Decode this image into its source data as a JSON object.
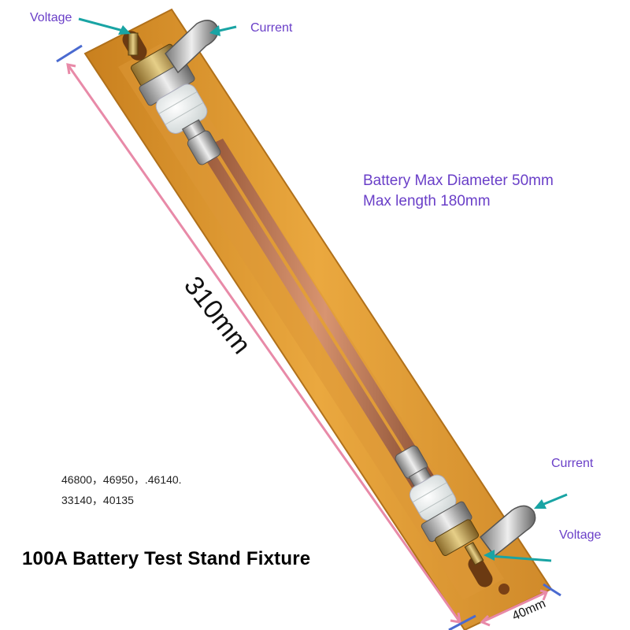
{
  "labels": {
    "voltage_top": "Voltage",
    "current_top": "Current",
    "current_bottom": "Current",
    "voltage_bottom": "Voltage"
  },
  "specs": {
    "line1": "Battery Max Diameter 50mm",
    "line2": "Max length 180mm"
  },
  "models": {
    "line1": "46800，46950，.46140.",
    "line2": "33140，40135"
  },
  "dimensions": {
    "length": "310mm",
    "width": "40mm"
  },
  "title": "100A Battery Test Stand Fixture",
  "colors": {
    "board": "#e9a53b",
    "label_text": "#6a3fc8",
    "arrow": "#19a4a4",
    "dimension_line": "#e88aa8"
  }
}
